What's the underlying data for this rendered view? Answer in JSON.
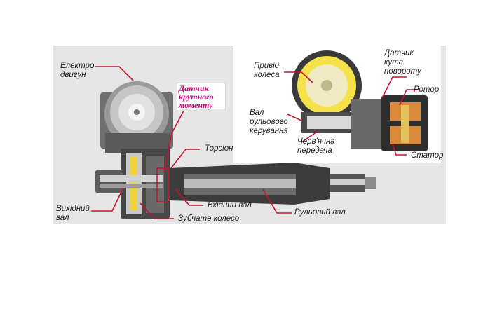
{
  "labels": {
    "motor_line1": "Електро",
    "motor_line2": "двигун",
    "torque_sensor_line1": "Датчик",
    "torque_sensor_line2": "крутного",
    "torque_sensor_line3": "моменту",
    "torsion": "Торсіон",
    "output_shaft_line1": "Вихідний",
    "output_shaft_line2": "вал",
    "input_shaft": "Вхідний вал",
    "gear_wheel": "Зубчате колесо",
    "steering_shaft": "Рульовий вал",
    "wheel_drive_line1": "Привід",
    "wheel_drive_line2": "колеса",
    "angle_sensor_line1": "Датчик",
    "angle_sensor_line2": "кута",
    "angle_sensor_line3": "повороту",
    "rotor": "Ротор",
    "steering_shaft_inset_line1": "Вал",
    "steering_shaft_inset_line2": "рульового",
    "steering_shaft_inset_line3": "керування",
    "worm_gear_line1": "Черв'ячна",
    "worm_gear_line2": "передача",
    "stator": "Статор"
  },
  "colors": {
    "leader_line": "#c8102e",
    "torque_text": "#cc0077",
    "gear_yellow": "#f5e24a",
    "coil_orange": "#d98a3a"
  }
}
